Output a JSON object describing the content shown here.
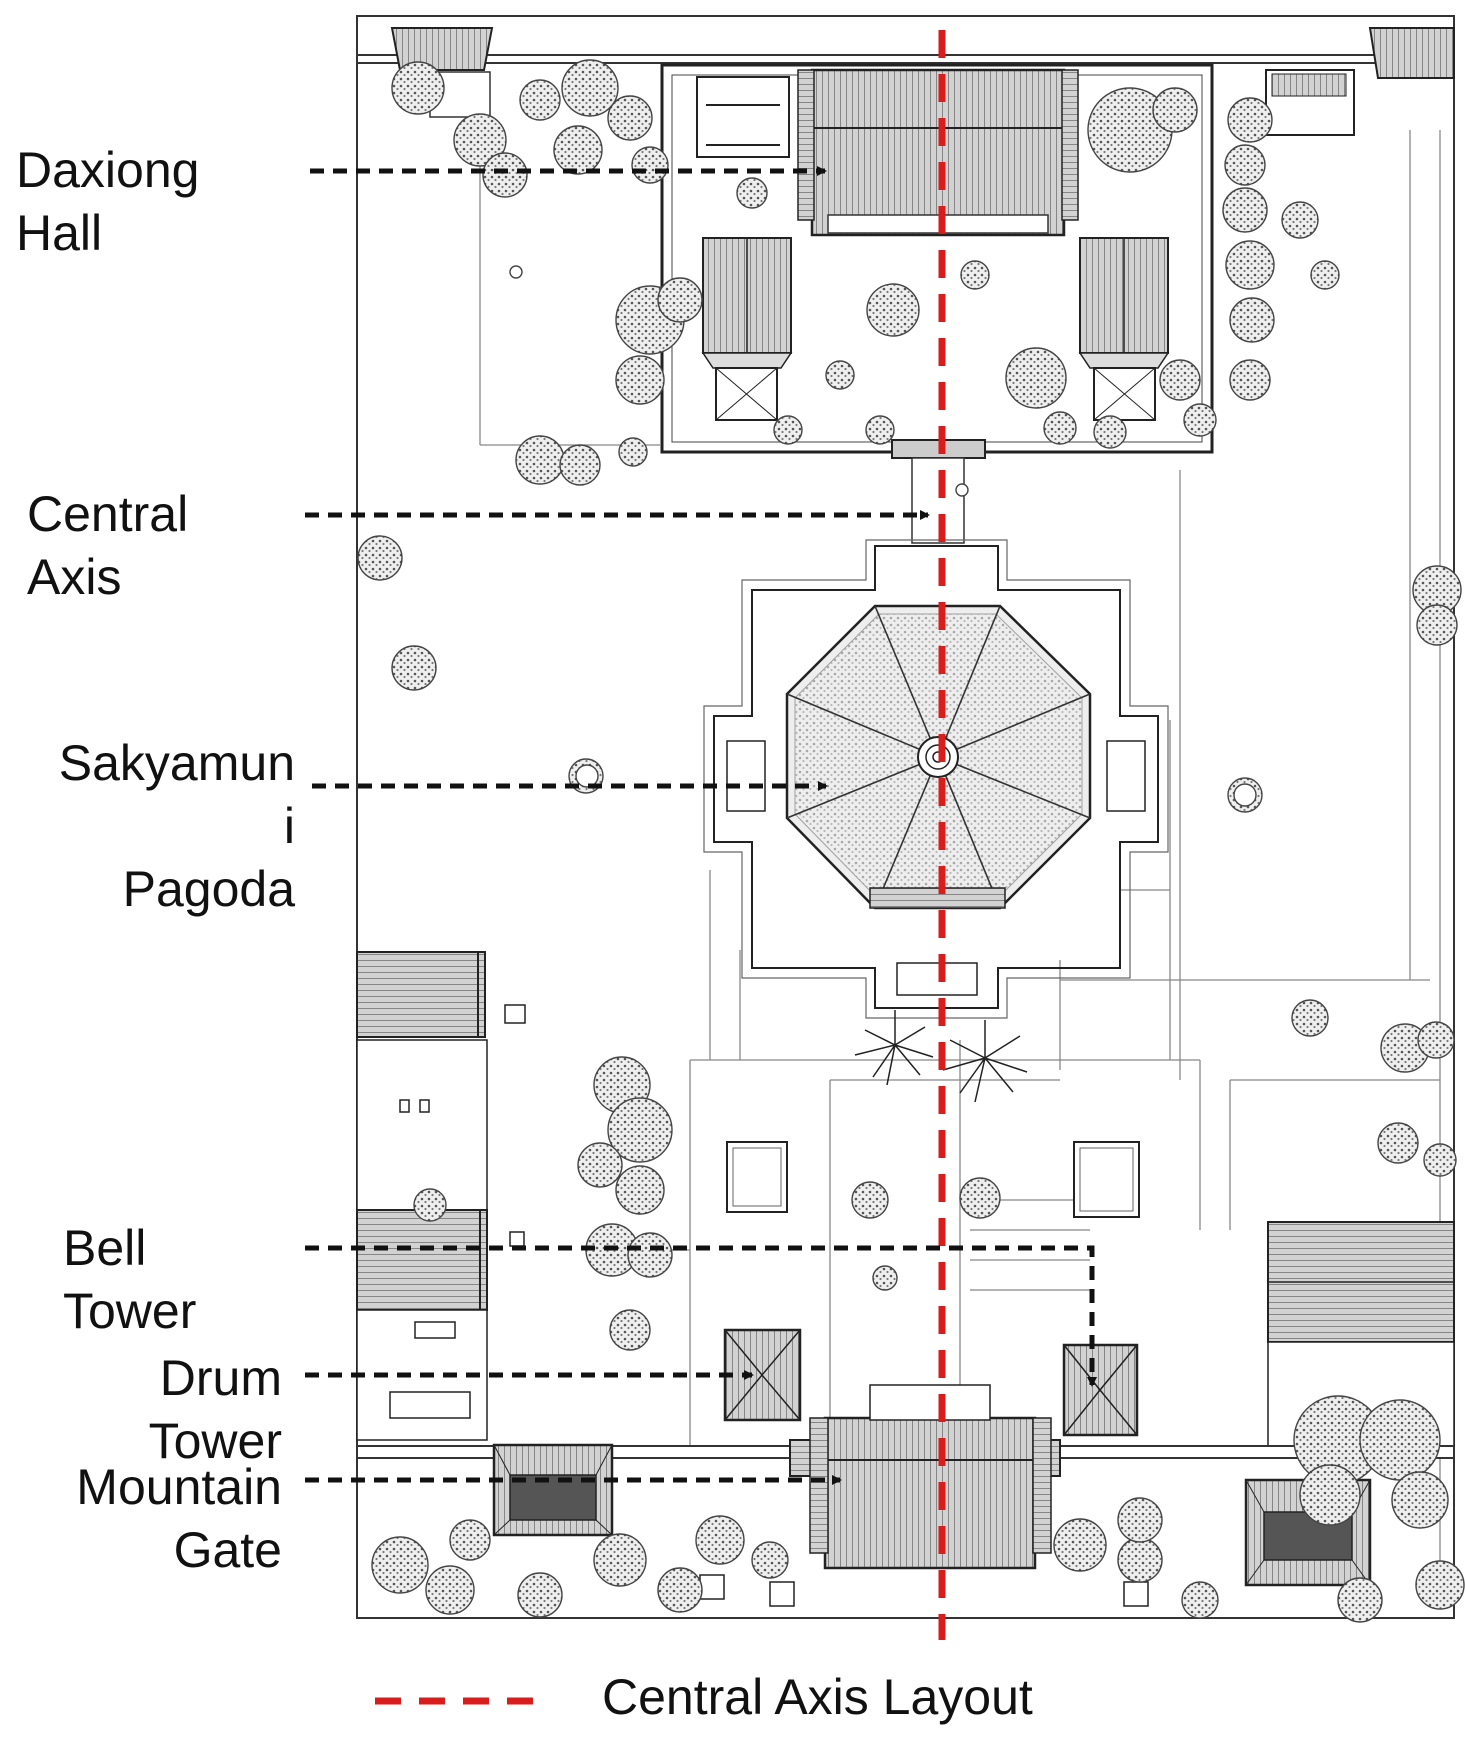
{
  "labels": {
    "daxiong_hall": "Daxiong\nHall",
    "central_axis": "Central\nAxis",
    "sakyamuni_pagoda": "Sakyamun\ni\nPagoda",
    "bell_tower": "Bell\nTower",
    "drum_tower": "Drum\nTower",
    "mountain_gate": "Mountain\nGate"
  },
  "legend": {
    "central_axis_layout": "Central Axis Layout"
  },
  "colors": {
    "axis": "#d91c1c",
    "ink": "#111111",
    "roof_fill": "#bdbdbd",
    "tree_fill": "#9a9a9a",
    "paper": "#ffffff"
  }
}
